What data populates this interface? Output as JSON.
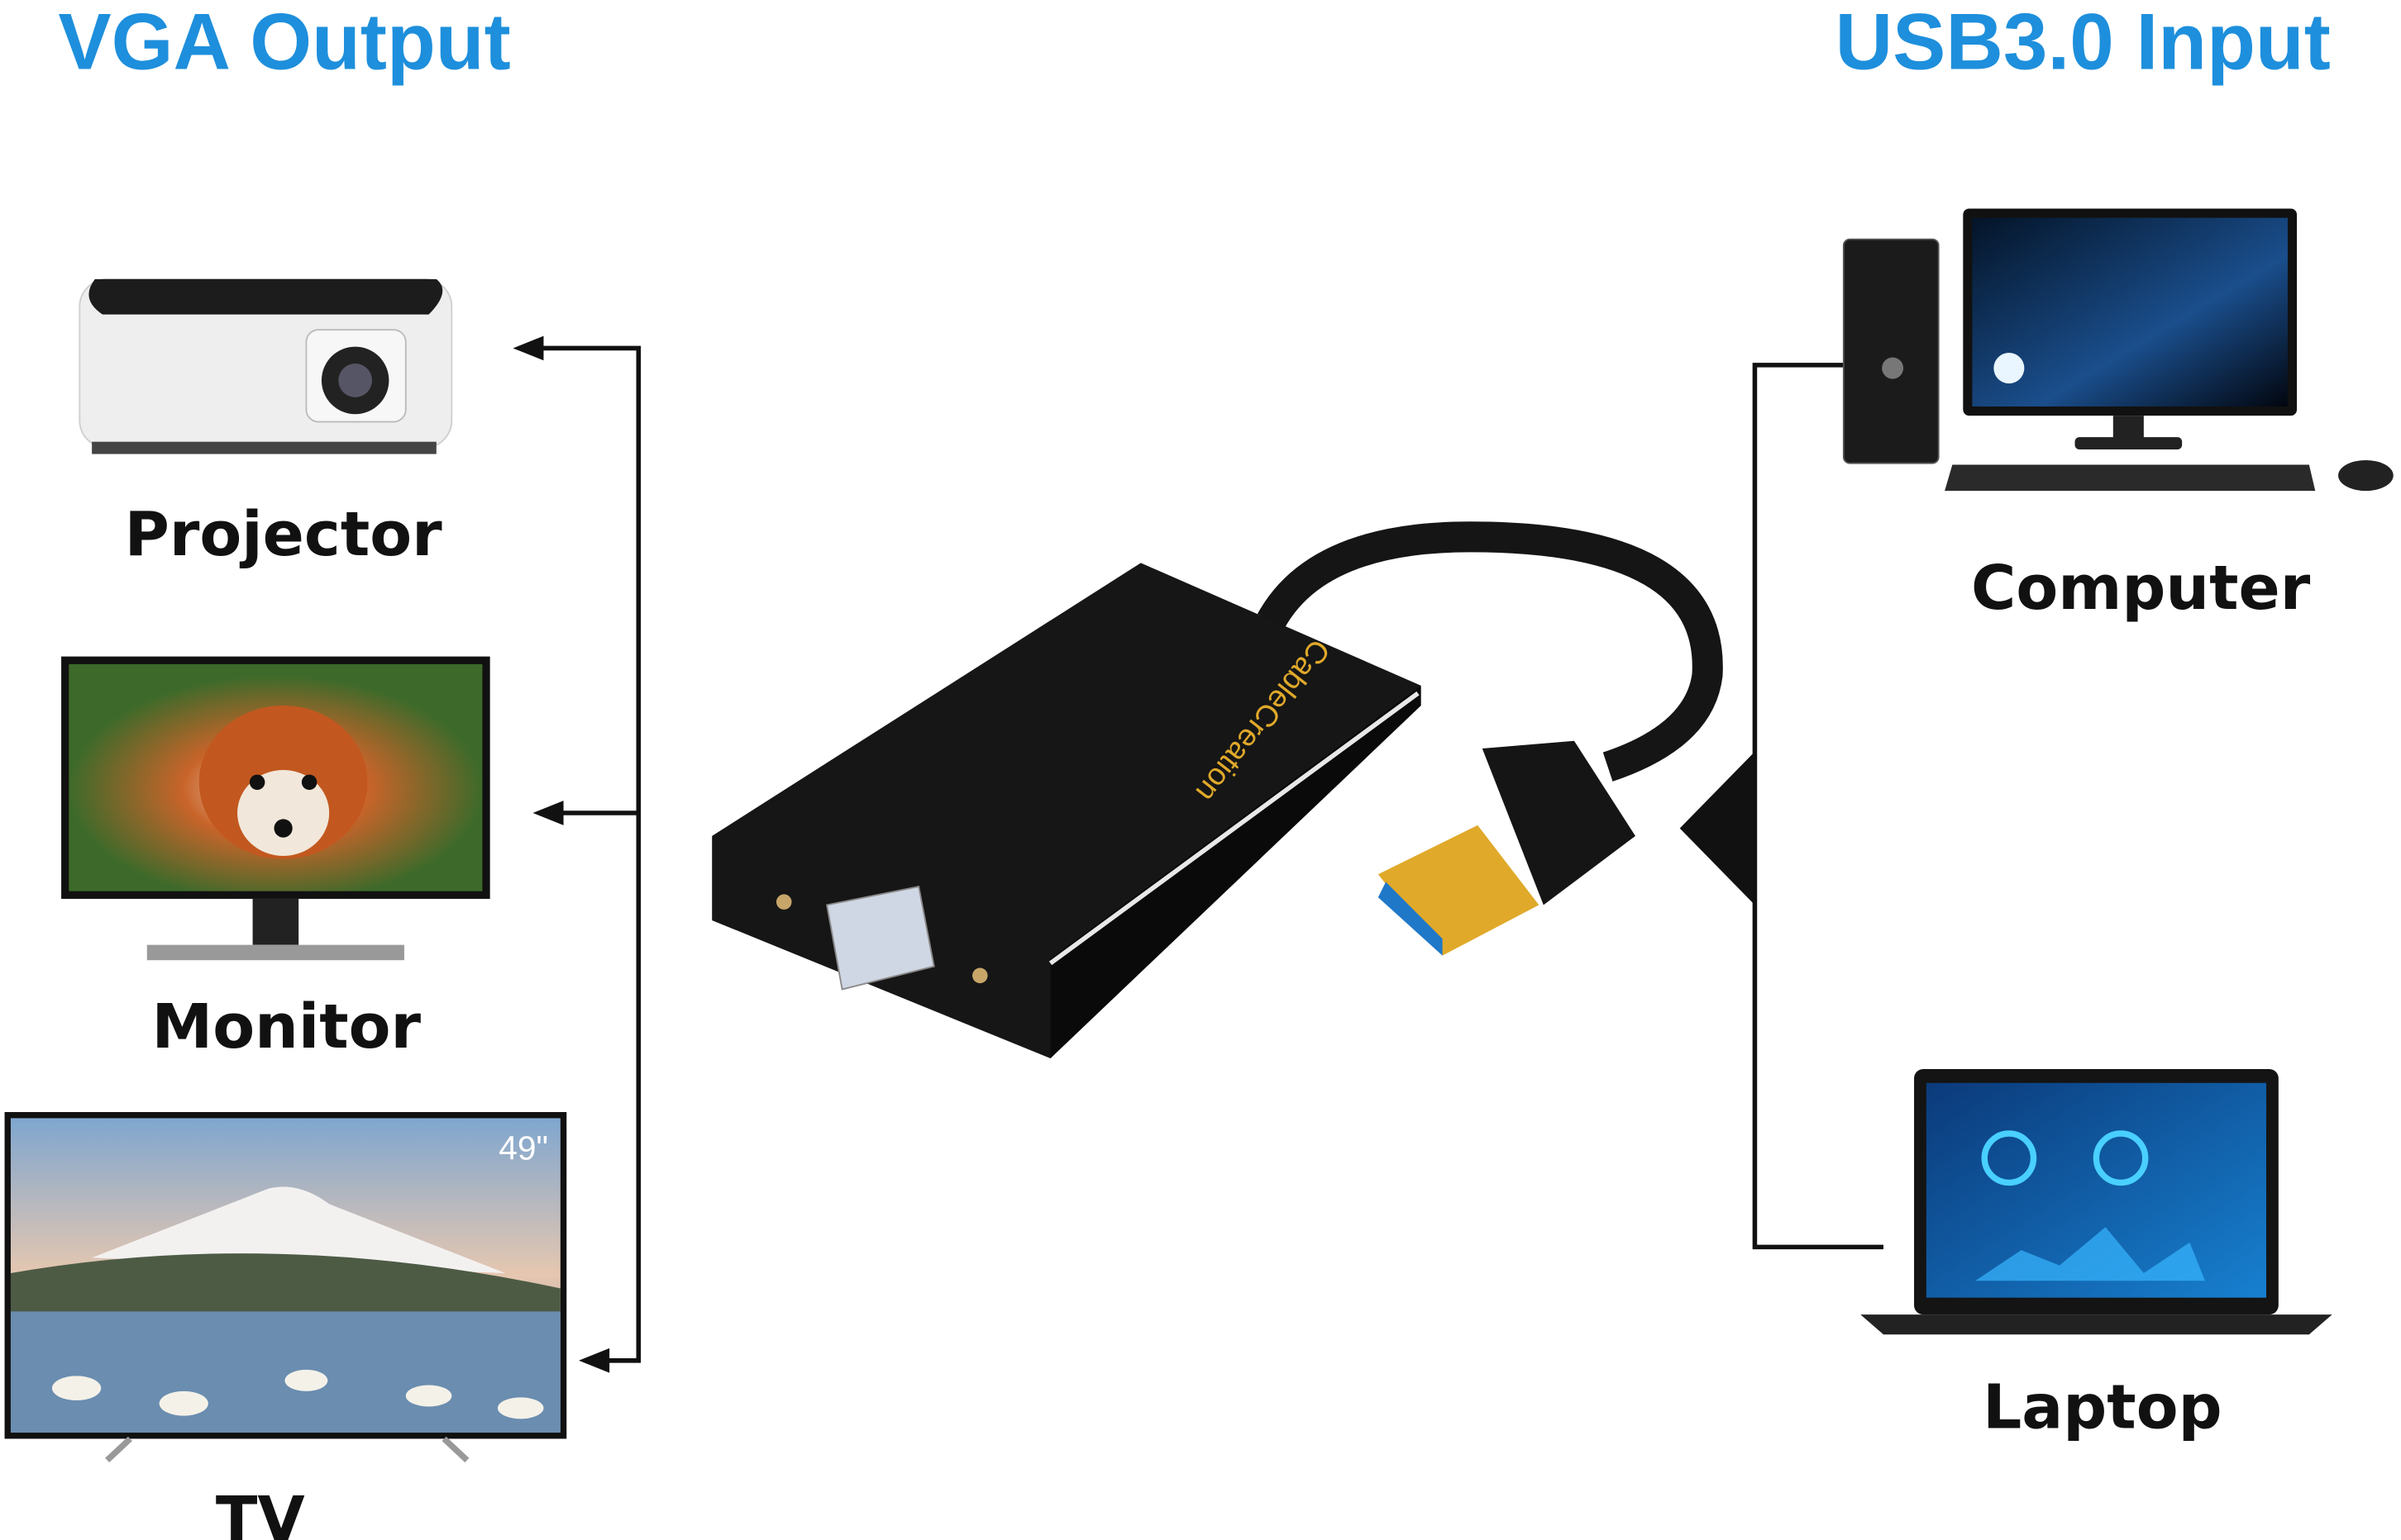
{
  "colors": {
    "title": "#1e8fdc",
    "line": "#111111",
    "adapter": "#161616",
    "gold": "#e0a92a",
    "usb_blue": "#1f78c8"
  },
  "headers": {
    "output": "VGA Output",
    "input": "USB3.0 Input"
  },
  "outputs": [
    {
      "label": "Projector",
      "icon": "projector-icon"
    },
    {
      "label": "Monitor",
      "icon": "monitor-icon"
    },
    {
      "label": "TV",
      "icon": "tv-icon",
      "screen_text": "49\""
    }
  ],
  "inputs": [
    {
      "label": "Computer",
      "icon": "desktop-computer-icon"
    },
    {
      "label": "Laptop",
      "icon": "laptop-icon"
    }
  ],
  "adapter": {
    "brand": "CableCreation",
    "icon": "usb-to-vga-adapter-icon"
  }
}
